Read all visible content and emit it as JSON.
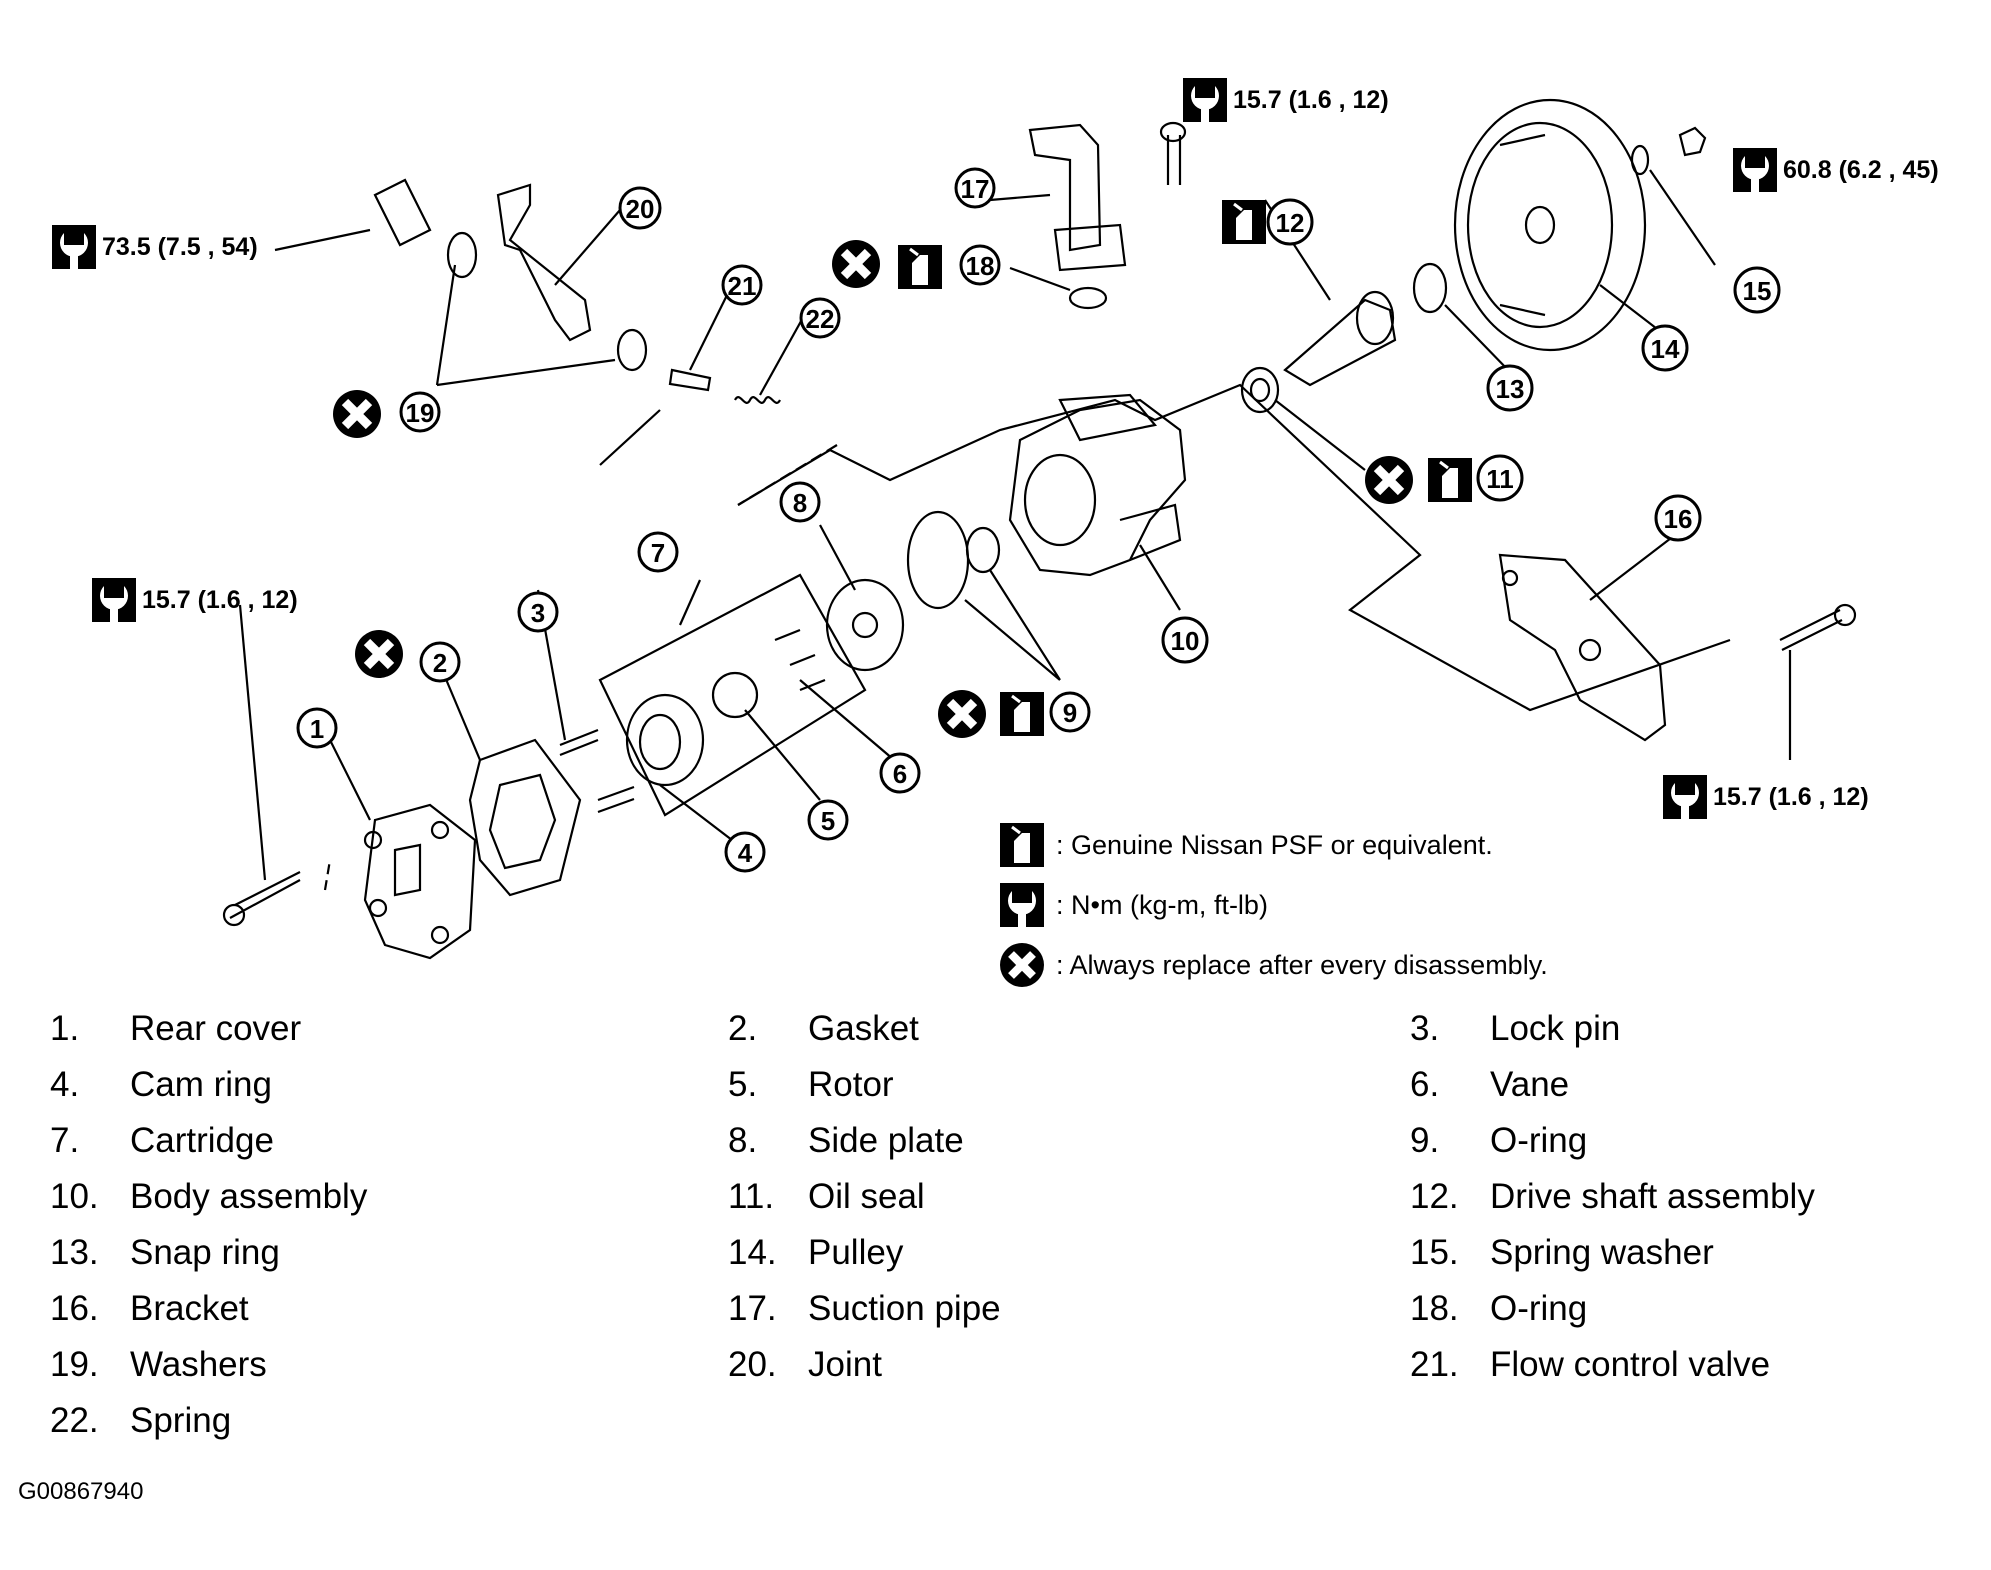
{
  "torque_callouts": {
    "t1": "73.5 (7.5 , 54)",
    "t2": "15.7 (1.6 , 12)",
    "t3": "60.8 (6.2 , 45)",
    "t4": "15.7 (1.6 , 12)",
    "t5": "15.7 (1.6 , 12)"
  },
  "legend": {
    "psf": ": Genuine Nissan PSF or equivalent.",
    "torque": ":  N•m  (kg-m,  ft-lb)",
    "replace": ": Always replace after every disassembly."
  },
  "callout_numbers": [
    "1",
    "2",
    "3",
    "4",
    "5",
    "6",
    "7",
    "8",
    "9",
    "10",
    "11",
    "12",
    "13",
    "14",
    "15",
    "16",
    "17",
    "18",
    "19",
    "20",
    "21",
    "22"
  ],
  "parts": [
    {
      "num": "1.",
      "name": "Rear cover"
    },
    {
      "num": "2.",
      "name": "Gasket"
    },
    {
      "num": "3.",
      "name": "Lock pin"
    },
    {
      "num": "4.",
      "name": "Cam ring"
    },
    {
      "num": "5.",
      "name": "Rotor"
    },
    {
      "num": "6.",
      "name": "Vane"
    },
    {
      "num": "7.",
      "name": "Cartridge"
    },
    {
      "num": "8.",
      "name": "Side plate"
    },
    {
      "num": "9.",
      "name": "O-ring"
    },
    {
      "num": "10.",
      "name": "Body assembly"
    },
    {
      "num": "11.",
      "name": "Oil seal"
    },
    {
      "num": "12.",
      "name": "Drive shaft assembly"
    },
    {
      "num": "13.",
      "name": "Snap ring"
    },
    {
      "num": "14.",
      "name": "Pulley"
    },
    {
      "num": "15.",
      "name": "Spring washer"
    },
    {
      "num": "16.",
      "name": "Bracket"
    },
    {
      "num": "17.",
      "name": "Suction pipe"
    },
    {
      "num": "18.",
      "name": "O-ring"
    },
    {
      "num": "19.",
      "name": "Washers"
    },
    {
      "num": "20.",
      "name": "Joint"
    },
    {
      "num": "21.",
      "name": "Flow control valve"
    },
    {
      "num": "22.",
      "name": "Spring"
    }
  ],
  "figure_code": "G00867940"
}
